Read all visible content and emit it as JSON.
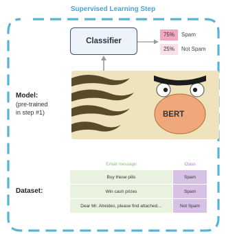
{
  "title": "Supervised Learning Step",
  "classifier": {
    "label": "Classifier"
  },
  "outputs": [
    {
      "percent": "75%",
      "label": "Spam"
    },
    {
      "percent": "25%",
      "label": "Not Spam"
    }
  ],
  "model": {
    "heading": "Model:",
    "note_lines": [
      "(pre-trained",
      "in step #1)"
    ],
    "bert_label": "BERT"
  },
  "dataset": {
    "heading": "Dataset:",
    "columns": {
      "email": "Email message",
      "class": "Class"
    },
    "rows": [
      {
        "email": "Buy these pills",
        "class": "Spam"
      },
      {
        "email": "Win cash prizes",
        "class": "Spam"
      },
      {
        "email": "Dear Mr. Atreides, please find attached…",
        "class": "Not Spam"
      }
    ]
  },
  "colors": {
    "title": "#4aa3d6",
    "frame_dash": "#56b3d6",
    "email_header": "#8ac06a",
    "class_header": "#b66fd0",
    "prob_high": "#f0a8c2",
    "prob_low": "#fae0e9",
    "bert_body": "#efe3bd",
    "bert_nose": "#f0a77a"
  }
}
